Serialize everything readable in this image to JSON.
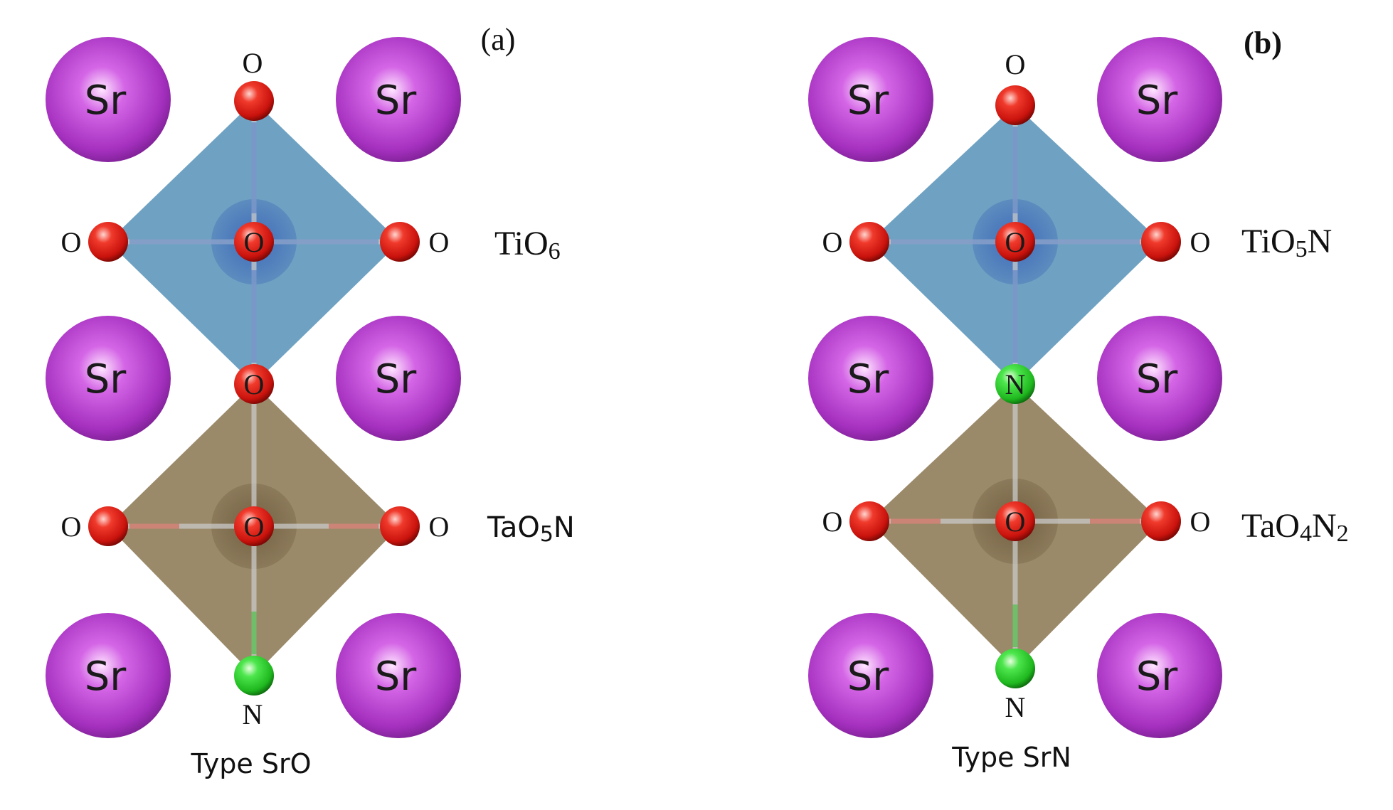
{
  "panels": [
    {
      "id": "a",
      "label": "(a)",
      "label_bold": false,
      "caption": "Type SrO",
      "strontium_label": "Sr",
      "upper_octahedron": {
        "formula_main": "TiO",
        "formula_sub": "6",
        "formula_tail": "",
        "formula_sub2": "",
        "color": "#5b95ba",
        "top_atom": "O",
        "left_atom": "O",
        "center_atom": "O",
        "right_atom": "O",
        "bottom_atom": "O"
      },
      "lower_octahedron": {
        "formula_main": "TaO",
        "formula_sub": "5",
        "formula_tail": "N",
        "formula_sub2": "",
        "color": "#8d7a55",
        "left_atom": "O",
        "center_atom": "O",
        "right_atom": "O",
        "bottom_atom": "N"
      }
    },
    {
      "id": "b",
      "label": "(b)",
      "label_bold": true,
      "caption": "Type SrN",
      "strontium_label": "Sr",
      "upper_octahedron": {
        "formula_main": "TiO",
        "formula_sub": "5",
        "formula_tail": "N",
        "formula_sub2": "",
        "color": "#5b95ba",
        "top_atom": "O",
        "left_atom": "O",
        "center_atom": "O",
        "right_atom": "O",
        "bottom_atom": "N"
      },
      "lower_octahedron": {
        "formula_main": "TaO",
        "formula_sub": "4",
        "formula_tail": "N",
        "formula_sub2": "2",
        "color": "#8d7a55",
        "left_atom": "O",
        "center_atom": "O",
        "right_atom": "O",
        "bottom_atom": "N"
      }
    }
  ],
  "colors": {
    "strontium": "#b13ccb",
    "oxygen": "#e0201a",
    "nitrogen": "#22cc22",
    "ti_octahedron": "#5b95ba",
    "ta_octahedron": "#8d7a55",
    "bond": "#c8c8c8",
    "background": "#ffffff"
  }
}
